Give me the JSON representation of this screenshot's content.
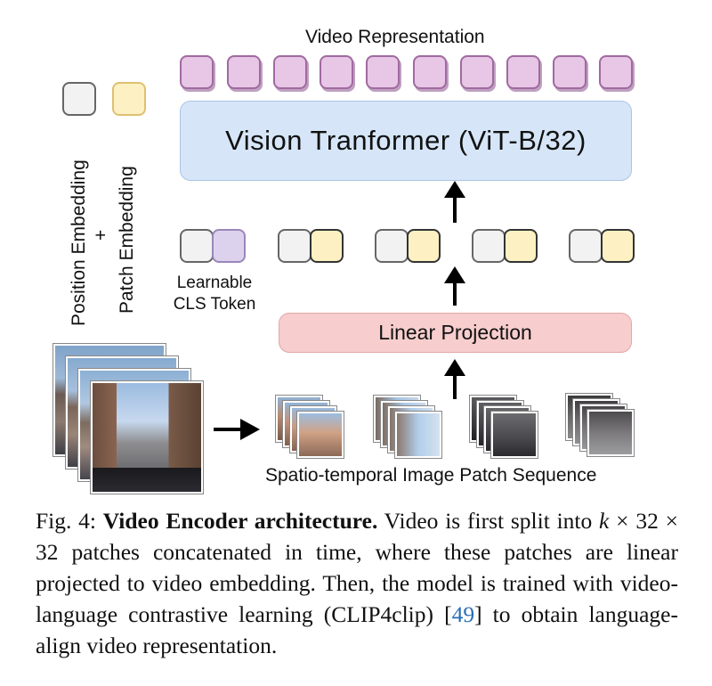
{
  "figure": {
    "video_representation_label": "Video Representation",
    "vit_label": "Vision Tranformer (ViT-B/32)",
    "linear_projection_label": "Linear Projection",
    "cls_label_line1": "Learnable",
    "cls_label_line2": "CLS Token",
    "legend_position": "Position Embedding",
    "legend_plus": "+",
    "legend_patch": "Patch Embedding",
    "patch_sequence_label": "Spatio-temporal Image Patch Sequence"
  },
  "caption": {
    "prefix": "Fig. 4: ",
    "title": "Video Encoder architecture.",
    "text1": " Video is first split into ",
    "k": "k",
    "times1": " × ",
    "n1": "32",
    "times2": " × ",
    "n2": "32",
    "text2": " patches concatenated in time, where these patches are linear projected to video embedding. Then, the model is trained with video-language contrastive learning (CLIP4clip) [",
    "cite": "49",
    "text3": "] to obtain language-align video representation."
  },
  "colors": {
    "video_token": "#e7c6e6",
    "position_embedding": "#f2f2f2",
    "patch_embedding": "#fdf1c4",
    "vit_box": "#d6e6f8",
    "linear_projection_box": "#f7cdcd",
    "citation": "#2a6db5"
  }
}
